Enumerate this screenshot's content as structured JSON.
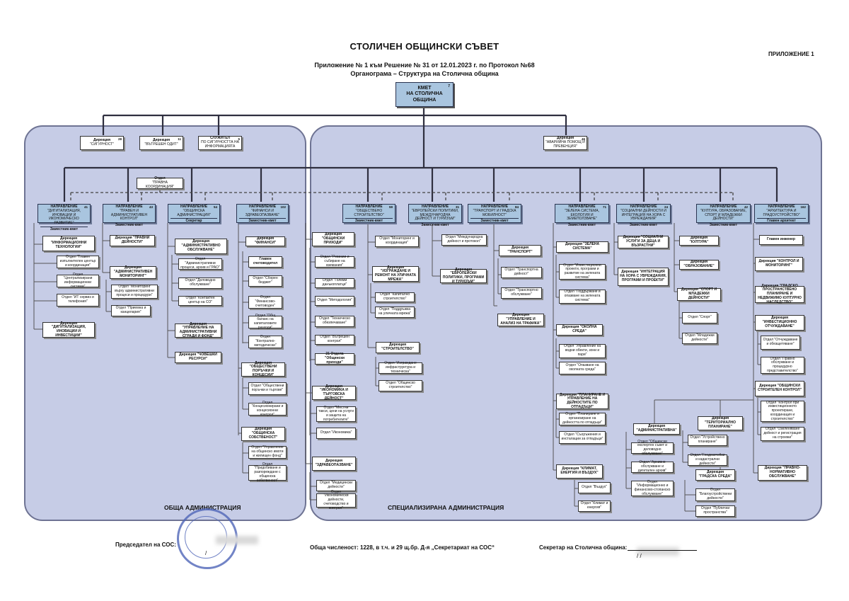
{
  "header": {
    "title": "СТОЛИЧЕН ОБЩИНСКИ СЪВЕТ",
    "annex": "ПРИЛОЖЕНИЕ 1",
    "subtitle1": "Приложение № 1 към Решение № 31 от 12.01.2023 г. по Протокол №68",
    "subtitle2": "Органограма – Структура на Столична община"
  },
  "mayor": {
    "line1": "КМЕТ",
    "line2": "НА СТОЛИЧНА",
    "line3": "ОБЩИНА",
    "count": "7"
  },
  "top_units": {
    "security": {
      "title": "Дирекция",
      "name": "\"СИГУРНОСТ\"",
      "count": "28"
    },
    "audit": {
      "title": "Дирекция",
      "name": "\"ВЪТРЕШЕН ОДИТ\"",
      "count": "11"
    },
    "info_officer": {
      "title": "СЛУЖИТЕЛ",
      "name": "ПО СИГУРНОСТТА НА ИНФОРМАЦИЯТА",
      "count": "5"
    },
    "emergency": {
      "title": "Дирекция",
      "name": "\"АВАРИЙНА ПОМОЩ И ПРЕВЕНЦИЯ\"",
      "count": "46"
    },
    "legal": {
      "title": "Отдел",
      "name": "\"ПРАВНА КООРДИНАЦИЯ\""
    }
  },
  "directions": [
    {
      "title": "НАПРАВЛЕНИЕ",
      "name": "\"ДИГИТАЛИЗАЦИЯ, ИНОВАЦИИ И ИКОНОМИЧЕСКО РАЗВИТИЕ\"",
      "count": "41",
      "deputy": "Заместник-кмет"
    },
    {
      "title": "НАПРАВЛЕНИЕ",
      "name": "\"ПРАВЕН И АДМИНИСТРАТИВЕН КОНТРОЛ\"",
      "count": "43",
      "deputy": "Заместник-кмет"
    },
    {
      "title": "НАПРАВЛЕНИЕ",
      "name": "\"ОБЩИНСКА АДМИНИСТРАЦИЯ\"",
      "count": "54",
      "deputy": "Секретар"
    },
    {
      "title": "НАПРАВЛЕНИЕ",
      "name": "\"ФИНАНСИ И ЗДРАВЕОПАЗВАНЕ\"",
      "count": "102",
      "deputy": "Заместник-кмет"
    },
    {
      "title": "НАПРАВЛЕНИЕ",
      "name": "\"ОБЩЕСТВЕНО СТРОИТЕЛСТВО\"",
      "count": "59",
      "deputy": "Заместник-кмет"
    },
    {
      "title": "НАПРАВЛЕНИЕ",
      "name": "\"ЕВРОПЕЙСКИ ПОЛИТИКИ, МЕЖДУНАРОДНА ДЕЙНОСТ И ТУРИЗЪМ\"",
      "count": "31",
      "deputy": "Заместник-кмет"
    },
    {
      "title": "НАПРАВЛЕНИЕ",
      "name": "\"ТРАНСПОРТ И ГРАДСКА МОБИЛНОСТ\"",
      "count": "84",
      "deputy": "Заместник-кмет"
    },
    {
      "title": "НАПРАВЛЕНИЕ",
      "name": "\"ЗЕЛЕНА СИСТЕМА, ЕКОЛОГИЯ И ЗЕМЕПОЛЗВАНЕ\"",
      "count": "71",
      "deputy": "Заместник-кмет"
    },
    {
      "title": "НАПРАВЛЕНИЕ",
      "name": "\"СОЦИАЛНИ ДЕЙНОСТИ И ИНТЕГРАЦИЯ НА ХОРА С УВРЕЖДАНИЯ\"",
      "count": "24",
      "deputy": "Заместник-кмет"
    },
    {
      "title": "НАПРАВЛЕНИЕ",
      "name": "\"КУЛТУРА, ОБРАЗОВАНИЕ, СПОРТ И МЛАДЕЖКИ ДЕЙНОСТИ\"",
      "count": "42",
      "deputy": "Заместник-кмет"
    },
    {
      "title": "НАПРАВЛЕНИЕ",
      "name": "\"АРХИТЕКТУРА И ГРАДОУСТРОЙСТВО\"",
      "count": "162",
      "deputy": "Главен архитект"
    }
  ],
  "units": {
    "c0": [
      "Дирекция \"ИНФОРМАЦИОННИ ТЕХНОЛОГИИ\"",
      "Отдел \"Главен изпълнителен център и координация\"",
      "Отдел \"Централизирани информационни системи\"",
      "Отдел \"ИТ сервиз и телефония\"",
      "Дирекция \"ДИГИТАЛИЗАЦИЯ, ИНОВАЦИИ И ИНВЕСТИЦИИ\""
    ],
    "c1": [
      "Дирекция \"ПРАВНИ ДЕЙНОСТИ\"",
      "Дирекция \"АДМИНИСТРАТИВЕН МОНИТОРИНГ\"",
      "Отдел \"Мониторинг върху административни процеси и процедури\"",
      "Отдел \"Приемна и канцелария\""
    ],
    "c2": [
      "Дирекция \"АДМИНИСТРАТИВНО ОБСЛУЖВАНЕ\"",
      "Отдел \"Административни процеси, архив и ГРАО\"",
      "Отдел \"Деловодно обслужване\"",
      "Отдел \"Контактен център на СО\"",
      "Дирекция \"УПРАВЛЕНИЕ НА АДМИНИСТРАТИВНИ СГРАДИ И ФОНД\"",
      "Дирекция \"ЧОВЕШКИ РЕСУРСИ\""
    ],
    "c3": [
      "Дирекция \"ФИНАНСИ\"",
      "Главен счетоводител",
      "Отдел \"Сборен бюджет\"",
      "Отдел \"Финансово-счетоводен\"",
      "Отдел \"Общ баланс на капиталовите разходи\"",
      "Отдел \"Контрално-методически\"",
      "Дирекция \"ОБЩЕСТВЕНИ ПОРЪЧКИ И КОНЦЕСИИ\"",
      "Отдел \"Обществени поръчки и търгове\"",
      "Отдел \"Концесионирани и концесионни контрол\"",
      "Дирекция \"ОБЩИНСКА СОБСТВЕНОСТ\"",
      "Отдел \"Управление на общинско имоти и жилищен фонд\"",
      "Отдел \"Придобиване и разпореждане с общинска собственост\""
    ],
    "c4": [
      "Дирекция \"ОБЩИНСКИ ПРИХОДИ\"",
      "Отдел \"Ревизии и събиране на вземания\"",
      "Отдел \"Големи данъкоплатци\"",
      "Отдел \"Методология\"",
      "Отдел \"Техническо обезпечаване\"",
      "Отдел \"Вътрешен контрол\"",
      "21 Отдела \"Общински приходи\"",
      "Дирекция \"ИКОНОМИКА И ТЪРГОВСКА ДЕЙНОСТ\"",
      "Отдел \"Местни такси, цени на услуги и защита на потребителите\"",
      "Отдел \"Икономика\"",
      "Дирекция \"ЗДРАВЕОПАЗВАНЕ\"",
      "Отдел \"Медицински дейности\"",
      "Отдел \"Икономически дейности, счетоводство и контрол\""
    ],
    "c5": [
      "Отдел \"Мониторинг и координация\"",
      "Дирекция \"ИЗГРАЖДАНЕ И РЕМОНТ НА УЛИЧНАТА МРЕЖА\"",
      "Отдел \"Капитално строителство\"",
      "Отдел \"Поддръжка на уличната мрежа\"",
      "Дирекция \"СТРОИТЕЛСТВО\"",
      "Отдел \"Изграждане инфраструктура и техническа\"",
      "Отдел \"Общинско строителство\""
    ],
    "c6": [
      "Отдел \"Международна дейност и протокол\"",
      "Дирекция \"ЕВРОПЕЙСКИ ПОЛИТИКИ, ПРОГРАМИ И ТУРИЗЪМ\""
    ],
    "c7": [
      "Дирекция \"ТРАНСПОРТ\"",
      "Отдел \"Транспортна дейност\"",
      "Отдел \"Транспортно обслужване\"",
      "Дирекция \"УПРАВЛЕНИЕ И АНАЛИЗ НА ТРАФИКА\""
    ],
    "c8": [
      "Дирекция \"ЗЕЛЕНА СИСТЕМА\"",
      "Отдел \"Инвестиционни проекти, програми и развитие на зелената система\"",
      "Отдел \"Поддържане и опазване на зелената система\"",
      "Дирекция \"ОКОЛНА СРЕДА\"",
      "Отдел \"Управление на водни обекти, зони и пари\"",
      "Отдел \"Опазване на околната среда\"",
      "Дирекция \"ПЛАНИРАНЕ И УПРАВЛЕНИЕ НА ДЕЙНОСТИТЕ ПО ОТПАДЪЦИ\"",
      "Отдел \"Планиране и организиране на дейността по отпадъци\"",
      "Отдел \"Съоръжения и инсталации за отпадъци\"",
      "Дирекция \"КЛИМАТ, ЕНЕРГИЯ И ВЪЗДУХ\"",
      "Отдел \"Въздух\"",
      "Отдел \"Климат и енергия\""
    ],
    "c9": [
      "Дирекция \"СОЦИАЛНИ УСЛУГИ ЗА ДЕЦА И ВЪЗРАСТНИ\"",
      "Дирекция \"ИНТЕГРАЦИЯ НА ХОРА С УВРЕЖДАНИЯ, ПРОГРАМИ И ПРОЕКТИ\""
    ],
    "c10": [
      "Дирекция \"КУЛТУРА\"",
      "Дирекция \"ОБРАЗОВАНИЕ\"",
      "Дирекция \"СПОРТ И МЛАДЕЖКИ ДЕЙНОСТИ\"",
      "Отдел \"Спорт\"",
      "Отдел \"Младежки дейности\""
    ],
    "c11": [
      "Главен инженер",
      "Дирекция \"КОНТРОЛ И МОНИТОРИНГ\"",
      "Дирекция \"ГРАДСКО ПРОСТРАНСТВЕНО ПЛАНИРАНЕ И НЕДВИЖИМО КУЛТУРНО НАСЛЕДСТВО\"",
      "Дирекция \"ИНВЕСТИЦИОННО ОТЧУЖДАВАНЕ\"",
      "Отдел \"Отчуждаване и обезщетяване\"",
      "Отдел \"Правно обслужване и процедурно представителство\"",
      "Дирекция \"ОБЩИНСКИ СТРОИТЕЛЕН КОНТРОЛ\"",
      "Отдел \"Контрол при инвестиционното проектиране, координация и строителство\"",
      "Отдел \"Озеленяване дейност и регистрация на строежи\"",
      "Дирекция \"ПРАВНО-НОРМАТИВНО ОБСЛУЖВАНЕ\"",
      "Дирекция \"АДМИНИСТРАТИВНА\"",
      "Отдел \"Общински експертен съвет и деловодно обслужване\"",
      "Отдел \"Архивно обслужване и дигитален архив\"",
      "Отдел \"Информационно и финансово-стопанско обслужване\"",
      "Дирекция \"ТЕРИТОРИАЛНО ПЛАНИРАНЕ\"",
      "Отдел \"Устройствено планиране\"",
      "Отдел \"Геодезически и кадастрални дейности\"",
      "Дирекция \"ГРАДСКА СРЕДА\"",
      "Отдел \"Благоустройствени дейности\"",
      "Отдел \"Публични пространства\""
    ]
  },
  "regions": {
    "general": "ОБЩА АДМИНИСТРАЦИЯ",
    "specialized": "СПЕЦИАЛИЗИРАНА АДМИНИСТРАЦИЯ"
  },
  "footer": {
    "chairman": "Председател на СОС:",
    "chairman_sig": "/",
    "total": "Обща численост: 1228, в т.ч. и 29 щ.бр. Д-я „Секретариат на СОС“",
    "secretary": "Секретар на Столична община:",
    "secretary_sig": "/                  /"
  }
}
